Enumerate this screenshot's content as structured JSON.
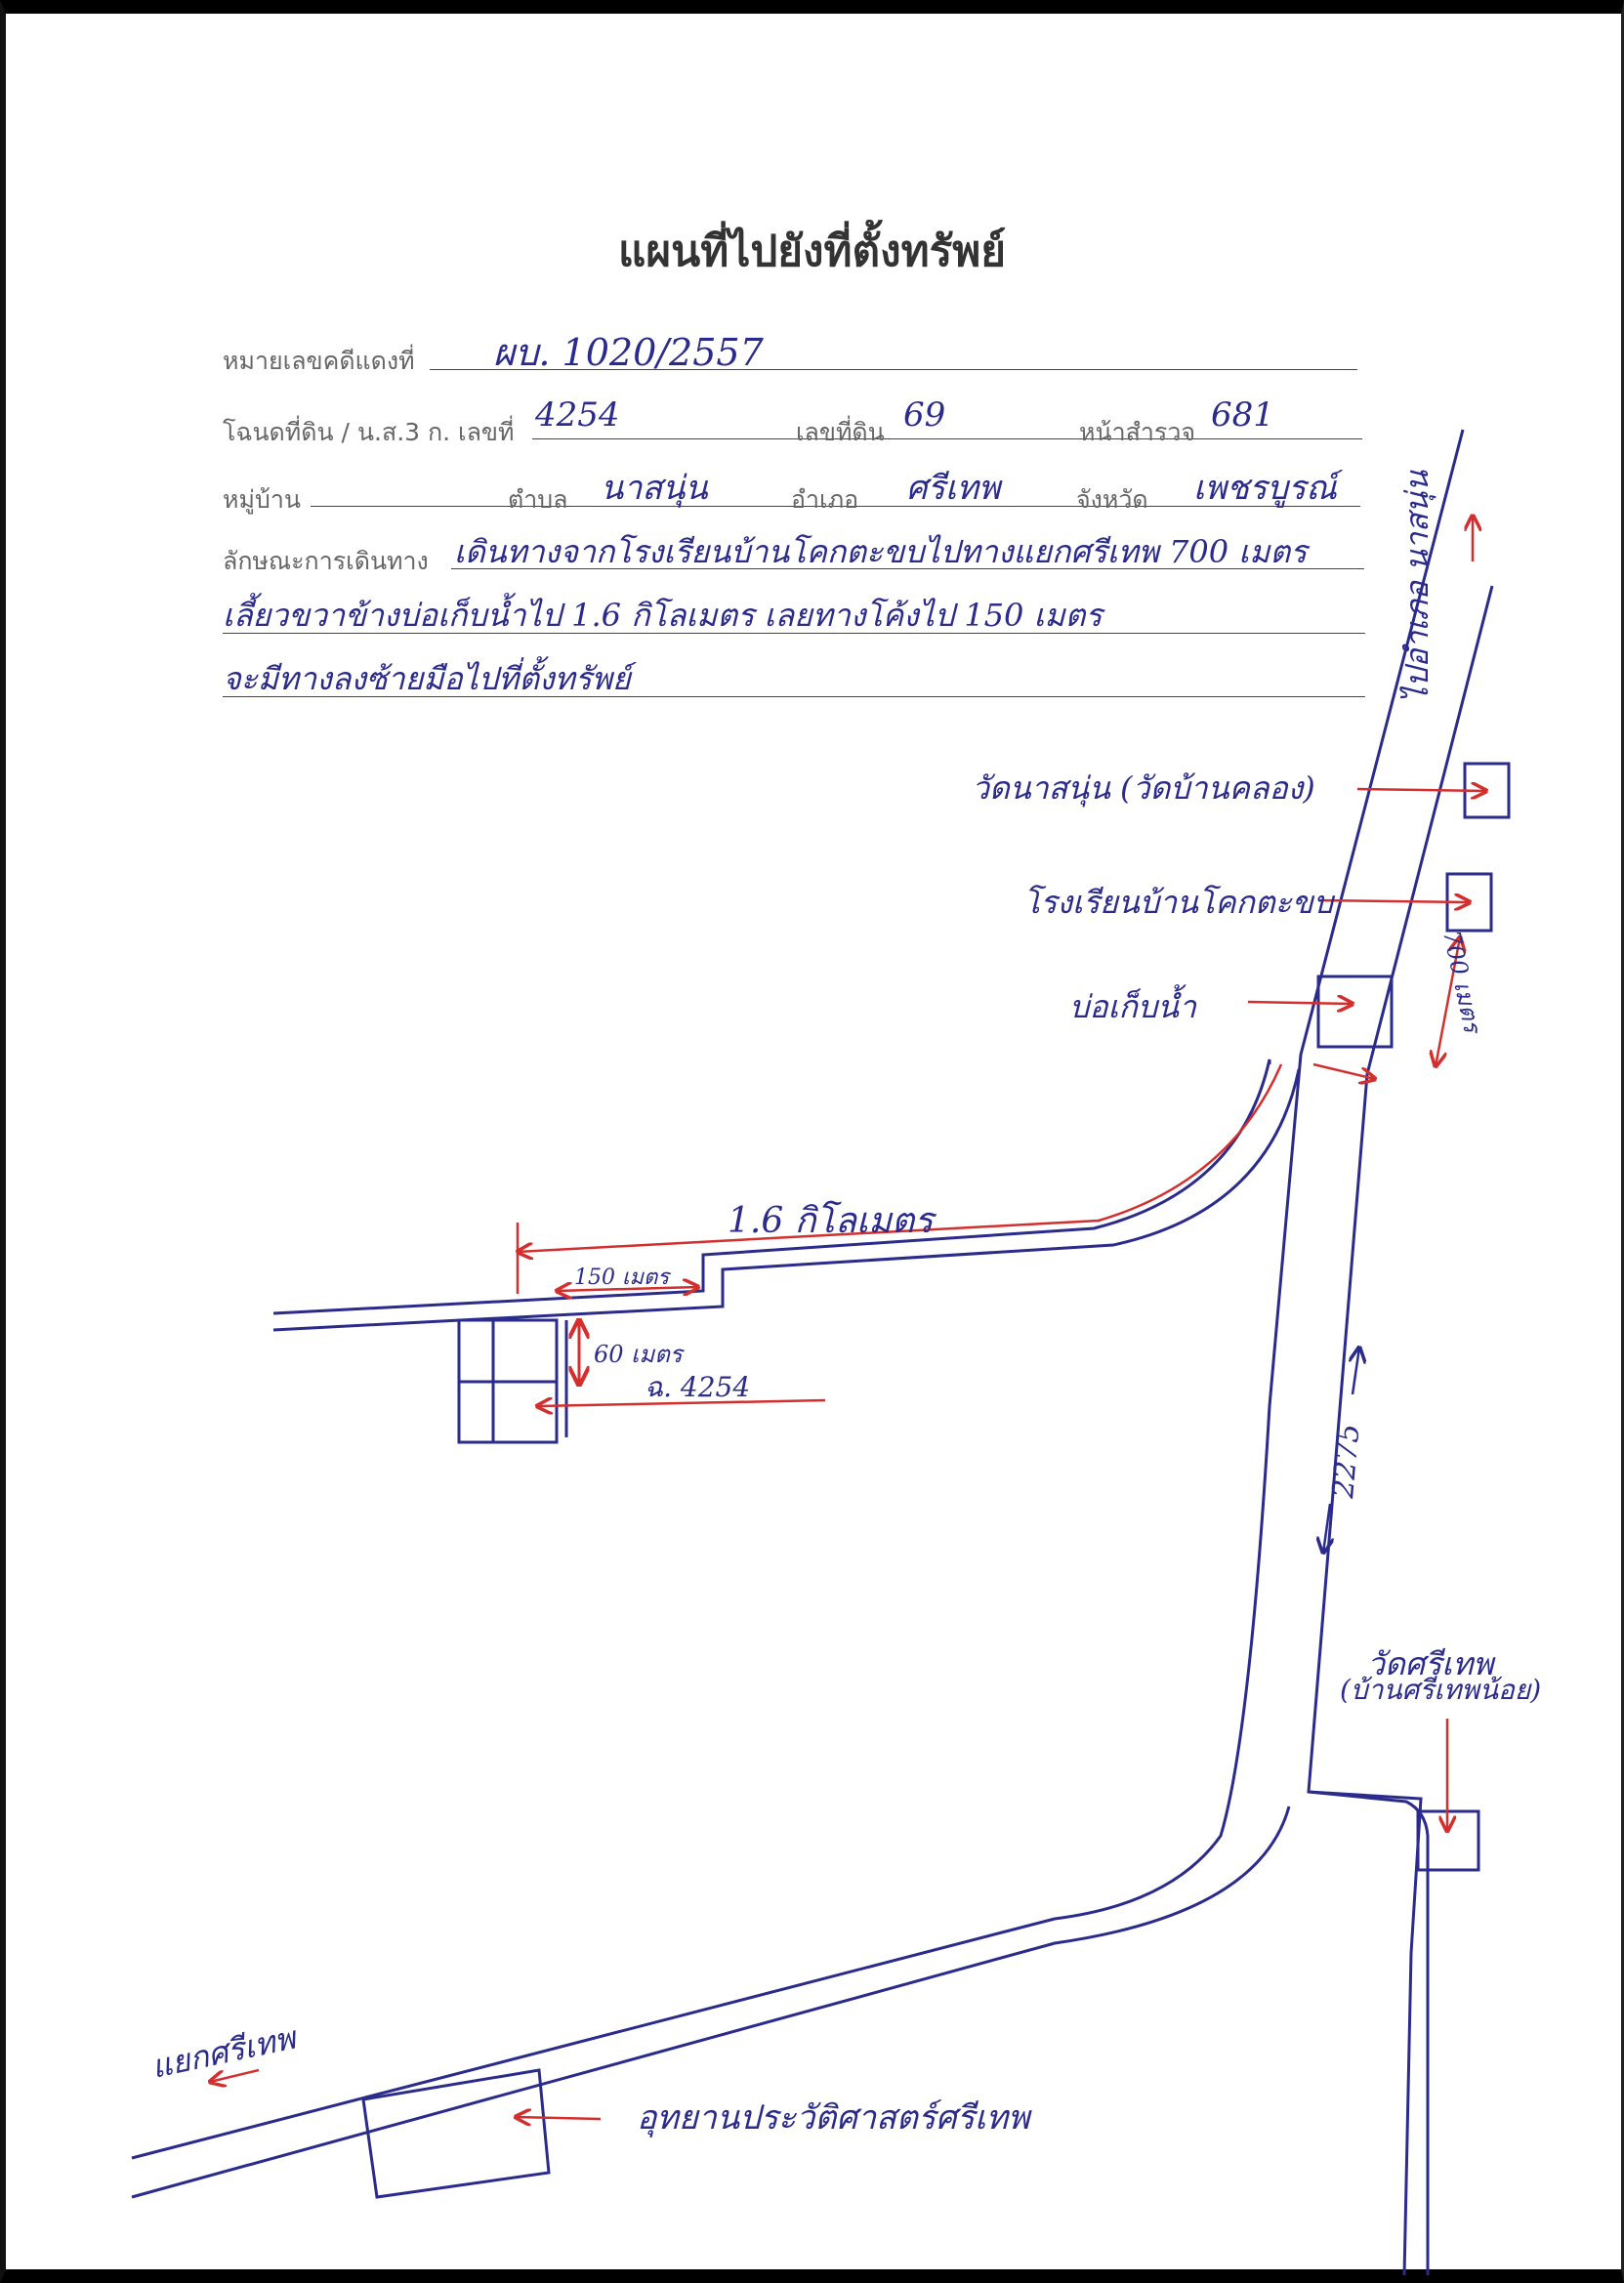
{
  "title": "แผนที่ไปยังที่ตั้งทรัพย์",
  "form": {
    "case_label": "หมายเลขคดีแดงที่",
    "case_value": "ผบ. 1020/2557",
    "deed_label": "โฉนดที่ดิน / น.ส.3 ก. เลขที่",
    "deed_value": "4254",
    "land_no_label": "เลขที่ดิน",
    "land_no_value": "69",
    "survey_label": "หน้าสำรวจ",
    "survey_value": "681",
    "village_label": "หมู่บ้าน",
    "subdistrict_label": "ตำบล",
    "subdistrict_value": "นาสนุ่น",
    "district_label": "อำเภอ",
    "district_value": "ศรีเทพ",
    "province_label": "จังหวัด",
    "province_value": "เพชรบูรณ์",
    "route_label": "ลักษณะการเดินทาง",
    "route_line1": "เดินทางจากโรงเรียนบ้านโคกตะขบไปทางแยกศรีเทพ 700 เมตร",
    "route_line2": "เลี้ยวขวาข้างบ่อเก็บน้ำไป 1.6 กิโลเมตร เลยทางโค้งไป 150 เมตร",
    "route_line3": "จะมีทางลงซ้ายมือไปที่ตั้งทรัพย์"
  },
  "map": {
    "to_na_sanun": "ไปอำเภอ นาสนุ่น",
    "wat_na_sanun": "วัดนาสนุ่น (วัดบ้านคลอง)",
    "school": "โรงเรียนบ้านโคกตะขบ",
    "reservoir": "บ่อเก็บน้ำ",
    "dist_700": "700 เมตร",
    "dist_1_6": "1.6 กิโลเมตร",
    "dist_150": "150 เมตร",
    "dist_60": "60 เมตร",
    "deed_mark": "ฉ. 4254",
    "road_no": "2275",
    "wat_si_thep_1": "วัดศรีเทพ",
    "wat_si_thep_2": "(บ้านศรีเทพน้อย)",
    "si_thep_junction": "แยกศรีเทพ",
    "historical_park": "อุทยานประวัติศาสตร์ศรีเทพ"
  },
  "colors": {
    "ink": "#2b2b8c",
    "arrow": "#d32f2f",
    "print": "#444444"
  }
}
